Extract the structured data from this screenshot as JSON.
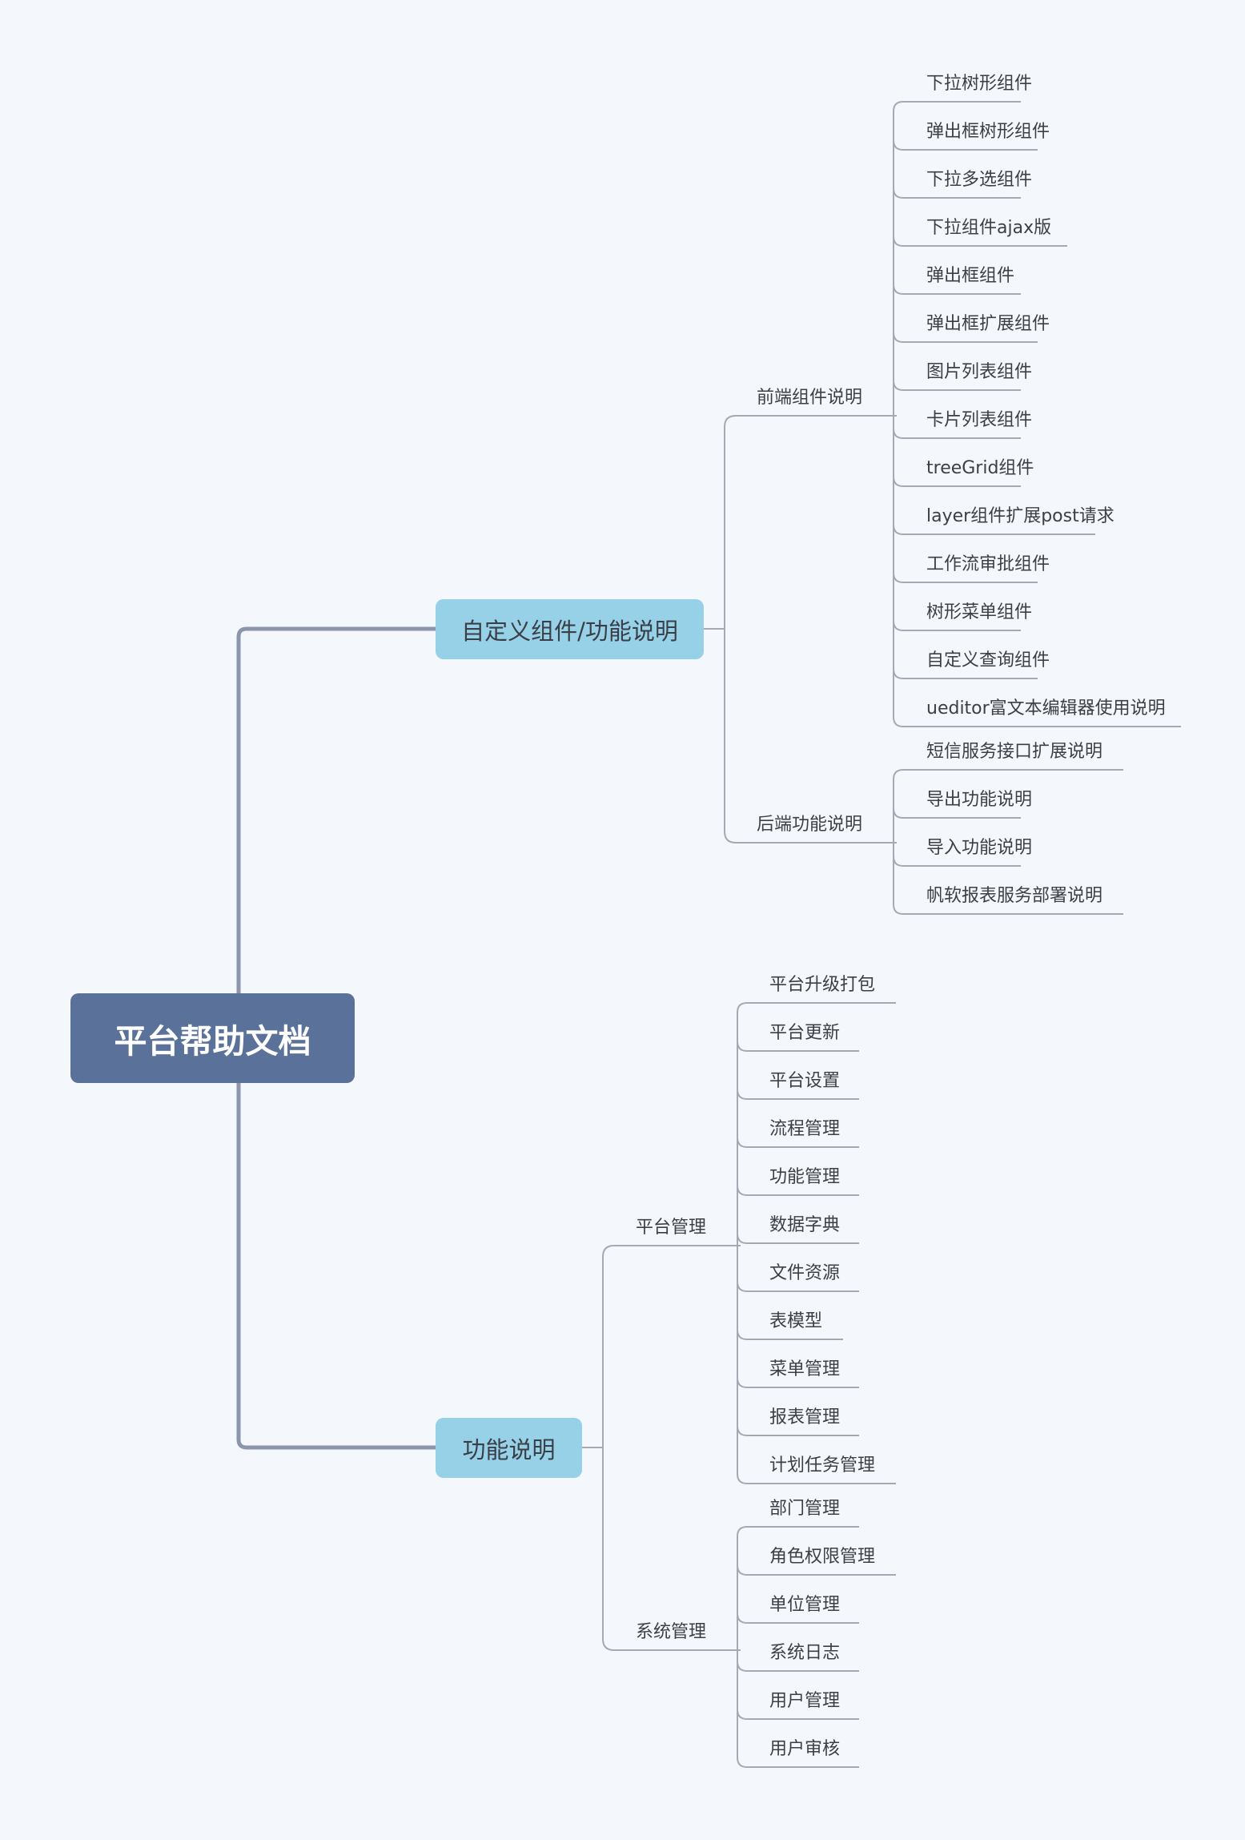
{
  "root": {
    "label": "平台帮助文档"
  },
  "branches": [
    {
      "label": "自定义组件/功能说明",
      "groups": [
        {
          "label": "前端组件说明",
          "items": [
            "下拉树形组件",
            "弹出框树形组件",
            "下拉多选组件",
            "下拉组件ajax版",
            "弹出框组件",
            "弹出框扩展组件",
            "图片列表组件",
            "卡片列表组件",
            "treeGrid组件",
            "layer组件扩展post请求",
            "工作流审批组件",
            "树形菜单组件",
            "自定义查询组件",
            "ueditor富文本编辑器使用说明"
          ]
        },
        {
          "label": "后端功能说明",
          "items": [
            "短信服务接口扩展说明",
            "导出功能说明",
            "导入功能说明",
            "帆软报表服务部署说明"
          ]
        }
      ]
    },
    {
      "label": "功能说明",
      "groups": [
        {
          "label": "平台管理",
          "items": [
            "平台升级打包",
            "平台更新",
            "平台设置",
            "流程管理",
            "功能管理",
            "数据字典",
            "文件资源",
            "表模型",
            "菜单管理",
            "报表管理",
            "计划任务管理"
          ]
        },
        {
          "label": "系统管理",
          "items": [
            "部门管理",
            "角色权限管理",
            "单位管理",
            "系统日志",
            "用户管理",
            "用户审核"
          ]
        }
      ]
    }
  ],
  "colors": {
    "background": "#f4f8fc",
    "root": "#5a7199",
    "topic": "#96d1e8",
    "trunk": "#8b96ad",
    "line": "#a4aab5"
  }
}
